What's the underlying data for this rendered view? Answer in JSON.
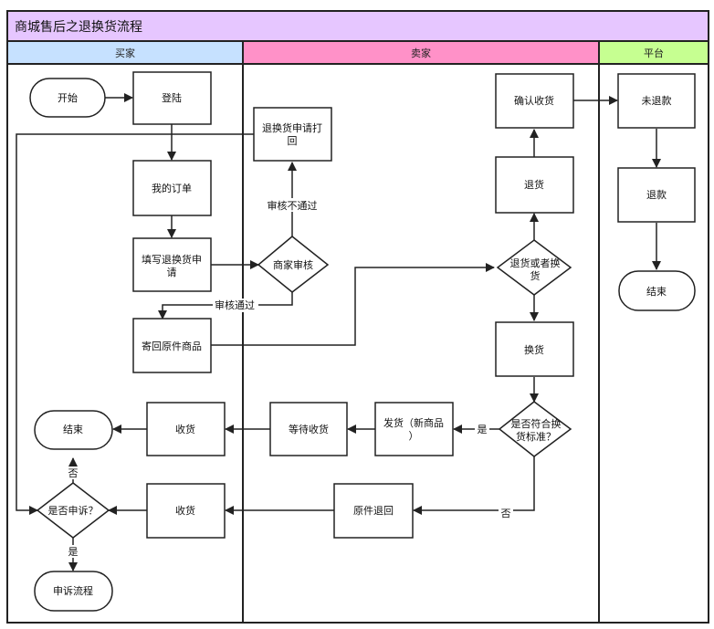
{
  "title": "商城售后之退换货流程",
  "colors": {
    "title_bg": "#e6c6ff",
    "lane_buyer": "#c6e1ff",
    "lane_seller": "#ff91c8",
    "lane_platform": "#c6ff91",
    "border": "#222222"
  },
  "lanes": {
    "buyer": "买家",
    "seller": "卖家",
    "platform": "平台"
  },
  "nodes": {
    "start": "开始",
    "login": "登陆",
    "my_orders": "我的订单",
    "fill_request": [
      "填写退换货申",
      "请"
    ],
    "return_goods": "寄回原件商品",
    "buyer_end": "结束",
    "receive_1": "收货",
    "appeal_decision": "是否申诉？",
    "receive_2": "收货",
    "appeal_flow": "申诉流程",
    "print_request": [
      "退换货申请打",
      "回"
    ],
    "seller_review": "商家审核",
    "wait_receive": "等待收货",
    "ship_new": [
      "发货（新商品",
      "）"
    ],
    "return_original": "原件退回",
    "confirm_receipt": "确认收货",
    "refund_step": "退货",
    "return_or_exchange": [
      "退货或者换",
      "货"
    ],
    "exchange": "换货",
    "meets_standard": [
      "是否符合换",
      "货标准？"
    ],
    "not_refunded": "未退款",
    "refund": "退款",
    "platform_end": "结束"
  },
  "edge_labels": {
    "review_fail": "审核不通过",
    "review_pass": "审核通过",
    "yes_1": "是",
    "no_1": "否",
    "no_2": "否",
    "yes_2": "是"
  }
}
